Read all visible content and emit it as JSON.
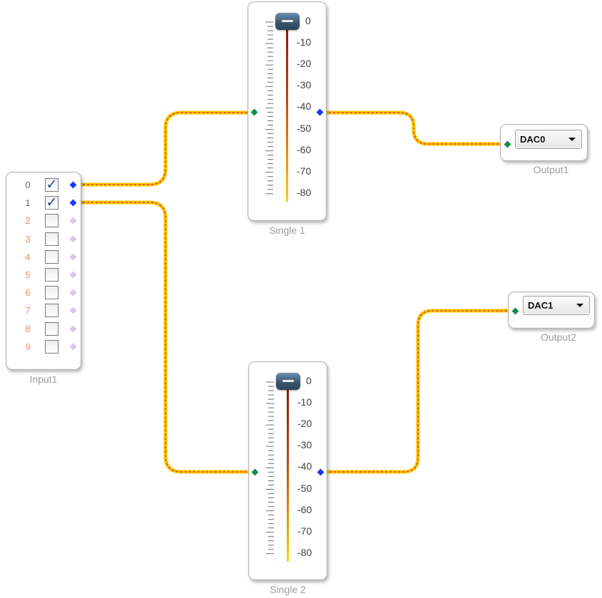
{
  "colors": {
    "wire": "#f5c400",
    "wire_dash": "#e0262e",
    "port_output_active": "#1835ff",
    "port_output_idle": "#dcc6e6",
    "port_input": "#119044",
    "channel_active": "#6b6b6b",
    "channel_inactive": "#ff8a5c",
    "fader_track_top": "#8a1010",
    "fader_track_bottom": "#ffd000"
  },
  "input1": {
    "label": "Input1",
    "channels": [
      {
        "num": "0",
        "checked": true
      },
      {
        "num": "1",
        "checked": true
      },
      {
        "num": "2",
        "checked": false
      },
      {
        "num": "3",
        "checked": false
      },
      {
        "num": "4",
        "checked": false
      },
      {
        "num": "5",
        "checked": false
      },
      {
        "num": "6",
        "checked": false
      },
      {
        "num": "7",
        "checked": false
      },
      {
        "num": "8",
        "checked": false
      },
      {
        "num": "9",
        "checked": false
      }
    ]
  },
  "single1": {
    "label": "Single 1",
    "level_db": 0,
    "scale": [
      "0",
      "-10",
      "-20",
      "-30",
      "-40",
      "-50",
      "-60",
      "-70",
      "-80"
    ]
  },
  "single2": {
    "label": "Single 2",
    "level_db": 0,
    "scale": [
      "0",
      "-10",
      "-20",
      "-30",
      "-40",
      "-50",
      "-60",
      "-70",
      "-80"
    ]
  },
  "output1": {
    "label": "Output1",
    "selected": "DAC0"
  },
  "output2": {
    "label": "Output2",
    "selected": "DAC1"
  },
  "connections": [
    {
      "from": "Input1 ch 0",
      "to": "Single 1"
    },
    {
      "from": "Input1 ch 1",
      "to": "Single 2"
    },
    {
      "from": "Single 1",
      "to": "Output1"
    },
    {
      "from": "Single 2",
      "to": "Output2"
    }
  ]
}
